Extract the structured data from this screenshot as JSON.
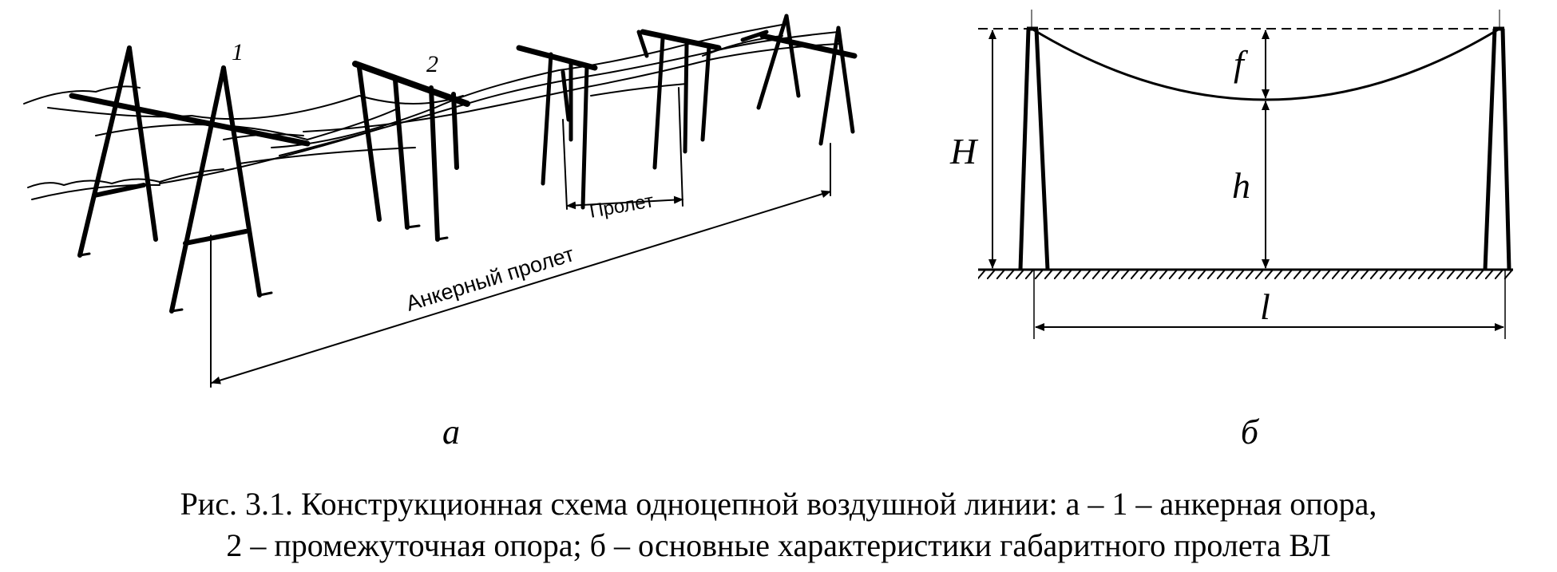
{
  "panel_a": {
    "sublabel": "а",
    "marker_1": "1",
    "marker_2": "2",
    "span_label": "Пролет",
    "anchor_span_label": "Анкерный пролет"
  },
  "panel_b": {
    "sublabel": "б",
    "H": "H",
    "f": "f",
    "h": "h",
    "l": "l"
  },
  "caption": {
    "line1": "Рис. 3.1. Конструкционная схема одноцепной воздушной линии: а – 1 – анкерная опора,",
    "line2": "2 – промежуточная опора; б – основные характеристики габаритного пролета ВЛ"
  }
}
